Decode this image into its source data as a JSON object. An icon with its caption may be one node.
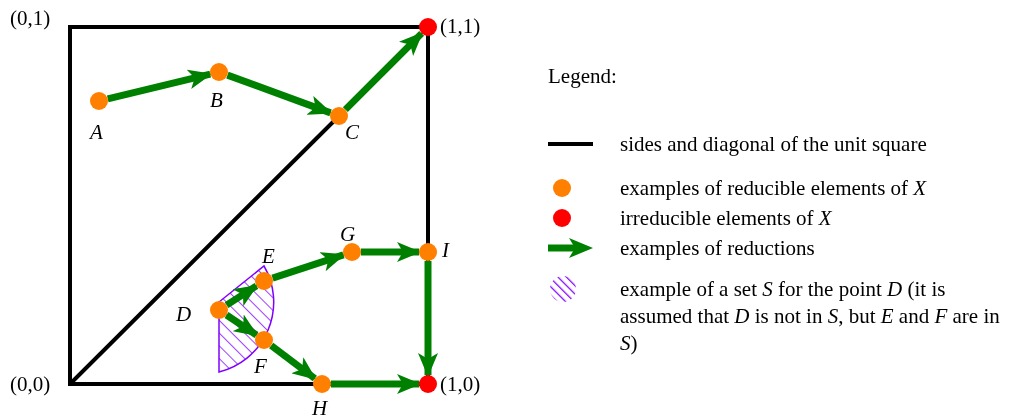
{
  "diagram": {
    "nodes": [
      {
        "text": [],
        "shape": "circle",
        "beside": [
          "(1,1)"
        ]
      },
      {
        "text": [],
        "shape": "circle",
        "beside": [
          "*A*"
        ]
      },
      {
        "text": [],
        "shape": "circle",
        "beside": [
          "*B*"
        ]
      },
      {
        "text": [],
        "shape": "circle",
        "beside": [
          "*C*"
        ]
      },
      {
        "text": [],
        "shape": "circle",
        "beside": [
          "*G*"
        ]
      },
      {
        "text": [],
        "shape": "circle",
        "beside": [
          "*I*"
        ]
      },
      {
        "text": [],
        "shape": "circle",
        "beside": [
          "*E*"
        ]
      },
      {
        "text": [],
        "shape": "circle",
        "beside": [
          "*D*"
        ]
      },
      {
        "text": [],
        "shape": "circle",
        "beside": [
          "*F*"
        ]
      },
      {
        "text": [],
        "shape": "circle",
        "beside": [
          "*H*"
        ]
      },
      {
        "text": [],
        "shape": "circle",
        "beside": [
          "(1,0)"
        ]
      }
    ],
    "edges": [
      {
        "from": 1,
        "to": 2,
        "arrow": "to"
      },
      {
        "from": 2,
        "to": 3,
        "arrow": "to"
      },
      {
        "from": 3,
        "to": 0,
        "arrow": "to"
      },
      {
        "from": 7,
        "to": 6,
        "arrow": "to"
      },
      {
        "from": 7,
        "to": 8,
        "arrow": "to"
      },
      {
        "from": 6,
        "to": 4,
        "arrow": "to"
      },
      {
        "from": 4,
        "to": 5,
        "arrow": "to"
      },
      {
        "from": 5,
        "to": 10,
        "arrow": "to"
      },
      {
        "from": 8,
        "to": 9,
        "arrow": "to"
      },
      {
        "from": 9,
        "to": 10,
        "arrow": "to"
      }
    ],
    "labels": [
      "(0,1)",
      "(0,0)",
      "Legend:"
    ],
    "legend": [
      {
        "text": "sides and diagonal of the unit square"
      },
      {
        "text": "examples of reducible elements of *X*",
        "color": "#ff8000"
      },
      {
        "text": "irreducible elements of *X*",
        "color": "#ff0000"
      },
      {
        "text": "examples of reductions"
      },
      {
        "text": "example of a set *S* for the point *D* (it is assumed that *D* is not in *S*, but *E* and *F* are in *S*)"
      }
    ]
  }
}
